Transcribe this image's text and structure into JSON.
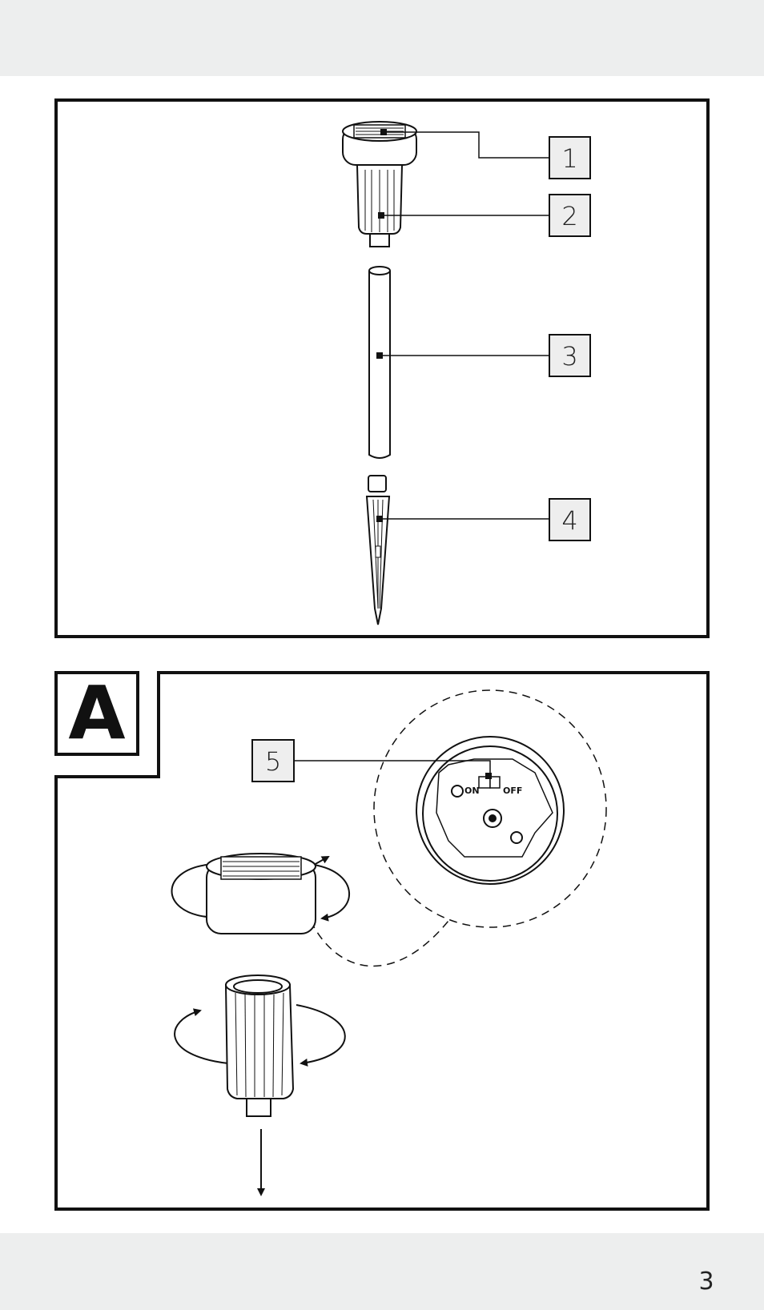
{
  "callouts": {
    "c1": "1",
    "c2": "2",
    "c3": "3",
    "c4": "4",
    "c5": "5"
  },
  "panel_a": {
    "letter": "A",
    "switch_on": "ON",
    "switch_off": "OFF"
  },
  "footer": {
    "page_number": "3"
  },
  "colors": {
    "band": "#edeeee",
    "callout_fill": "#eeeeee",
    "ink": "#111111"
  }
}
